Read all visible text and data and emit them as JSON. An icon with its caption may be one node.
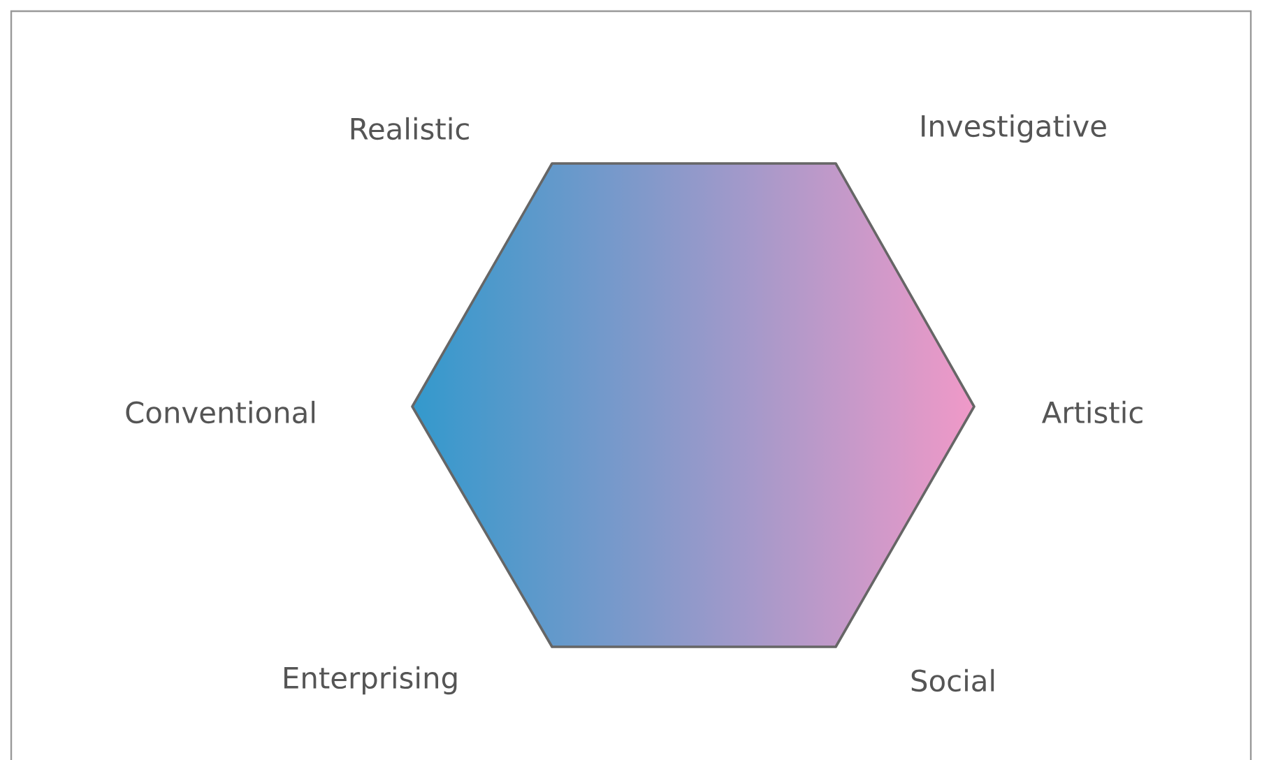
{
  "diagram": {
    "labels": [
      "Realistic",
      "Investigative",
      "Conventional",
      "Artistic",
      "Enterprising",
      "Social"
    ]
  }
}
